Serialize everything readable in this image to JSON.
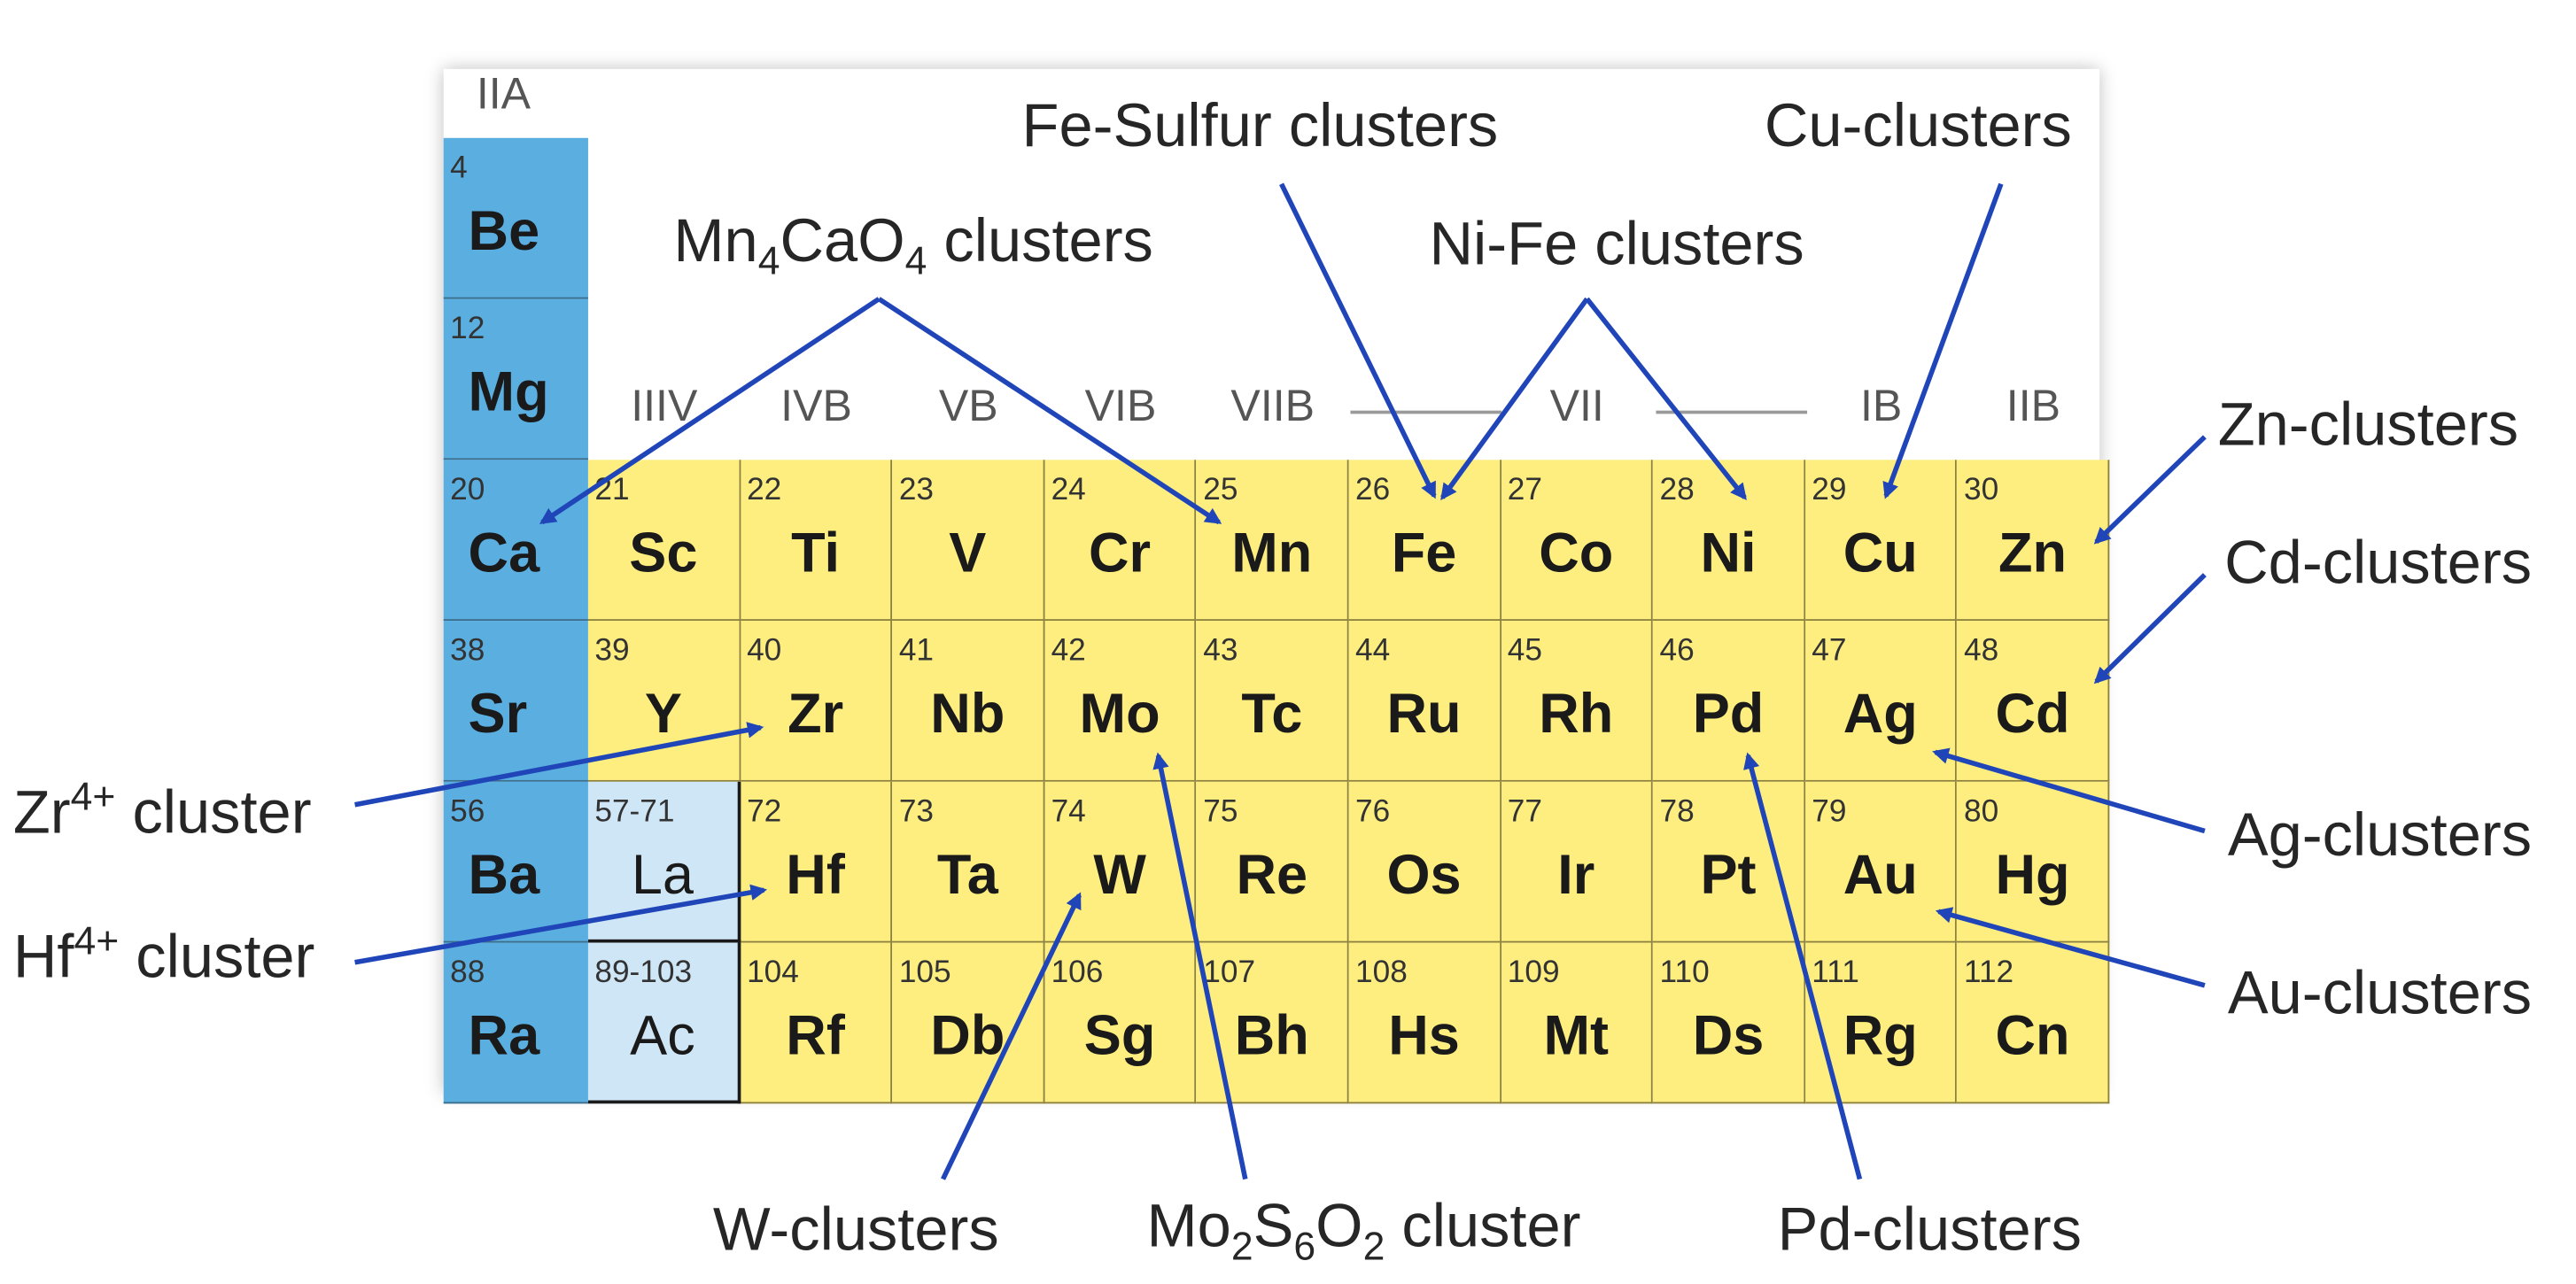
{
  "header_group": "IIA",
  "group_labels": [
    {
      "text": "IIIV",
      "col": 0
    },
    {
      "text": "IVB",
      "col": 1
    },
    {
      "text": "VB",
      "col": 2
    },
    {
      "text": "VIB",
      "col": 3
    },
    {
      "text": "VIIB",
      "col": 4
    },
    {
      "text": "VII",
      "col": 6
    },
    {
      "text": "IB",
      "col": 8
    },
    {
      "text": "IIB",
      "col": 9
    }
  ],
  "alkaline_column": [
    {
      "num": "4",
      "sym": "Be"
    },
    {
      "num": "12",
      "sym": "Mg"
    },
    {
      "num": "20",
      "sym": "Ca"
    },
    {
      "num": "38",
      "sym": "Sr"
    },
    {
      "num": "56",
      "sym": "Ba"
    },
    {
      "num": "88",
      "sym": "Ra"
    }
  ],
  "transition_rows": [
    [
      {
        "num": "21",
        "sym": "Sc"
      },
      {
        "num": "22",
        "sym": "Ti"
      },
      {
        "num": "23",
        "sym": "V"
      },
      {
        "num": "24",
        "sym": "Cr"
      },
      {
        "num": "25",
        "sym": "Mn"
      },
      {
        "num": "26",
        "sym": "Fe"
      },
      {
        "num": "27",
        "sym": "Co"
      },
      {
        "num": "28",
        "sym": "Ni"
      },
      {
        "num": "29",
        "sym": "Cu"
      },
      {
        "num": "30",
        "sym": "Zn"
      }
    ],
    [
      {
        "num": "39",
        "sym": "Y"
      },
      {
        "num": "40",
        "sym": "Zr"
      },
      {
        "num": "41",
        "sym": "Nb"
      },
      {
        "num": "42",
        "sym": "Mo"
      },
      {
        "num": "43",
        "sym": "Tc"
      },
      {
        "num": "44",
        "sym": "Ru"
      },
      {
        "num": "45",
        "sym": "Rh"
      },
      {
        "num": "46",
        "sym": "Pd"
      },
      {
        "num": "47",
        "sym": "Ag"
      },
      {
        "num": "48",
        "sym": "Cd"
      }
    ],
    [
      {
        "num": "57-71",
        "sym": "La",
        "lanthanide": true
      },
      {
        "num": "72",
        "sym": "Hf"
      },
      {
        "num": "73",
        "sym": "Ta"
      },
      {
        "num": "74",
        "sym": "W"
      },
      {
        "num": "75",
        "sym": "Re"
      },
      {
        "num": "76",
        "sym": "Os"
      },
      {
        "num": "77",
        "sym": "Ir"
      },
      {
        "num": "78",
        "sym": "Pt"
      },
      {
        "num": "79",
        "sym": "Au"
      },
      {
        "num": "80",
        "sym": "Hg"
      }
    ],
    [
      {
        "num": "89-103",
        "sym": "Ac",
        "lanthanide": true
      },
      {
        "num": "104",
        "sym": "Rf"
      },
      {
        "num": "105",
        "sym": "Db"
      },
      {
        "num": "106",
        "sym": "Sg"
      },
      {
        "num": "107",
        "sym": "Bh"
      },
      {
        "num": "108",
        "sym": "Hs"
      },
      {
        "num": "109",
        "sym": "Mt"
      },
      {
        "num": "110",
        "sym": "Ds"
      },
      {
        "num": "111",
        "sym": "Rg"
      },
      {
        "num": "112",
        "sym": "Cn"
      }
    ]
  ],
  "annotations": {
    "fe_sulfur": "Fe-Sulfur clusters",
    "cu": "Cu-clusters",
    "mn_ca": {
      "a": "Mn",
      "b": "4",
      "c": "CaO",
      "d": "4",
      "e": " clusters"
    },
    "ni_fe": "Ni-Fe clusters",
    "zn": "Zn-clusters",
    "cd": "Cd-clusters",
    "zr": {
      "a": "Zr",
      "sup": "4+",
      "b": " cluster"
    },
    "hf": {
      "a": "Hf",
      "sup": "4+",
      "b": " cluster"
    },
    "ag": "Ag-clusters",
    "au": "Au-clusters",
    "w": "W-clusters",
    "mo": {
      "a": "Mo",
      "b": "2",
      "c": "S",
      "d": "6",
      "e": "O",
      "f": "2",
      "g": " cluster"
    },
    "pd": "Pd-clusters"
  },
  "colors": {
    "alkaline": "#5aaee0",
    "transition": "#fdee7f",
    "lanthanide": "#cfe6f7",
    "arrow": "#1f45b8"
  }
}
